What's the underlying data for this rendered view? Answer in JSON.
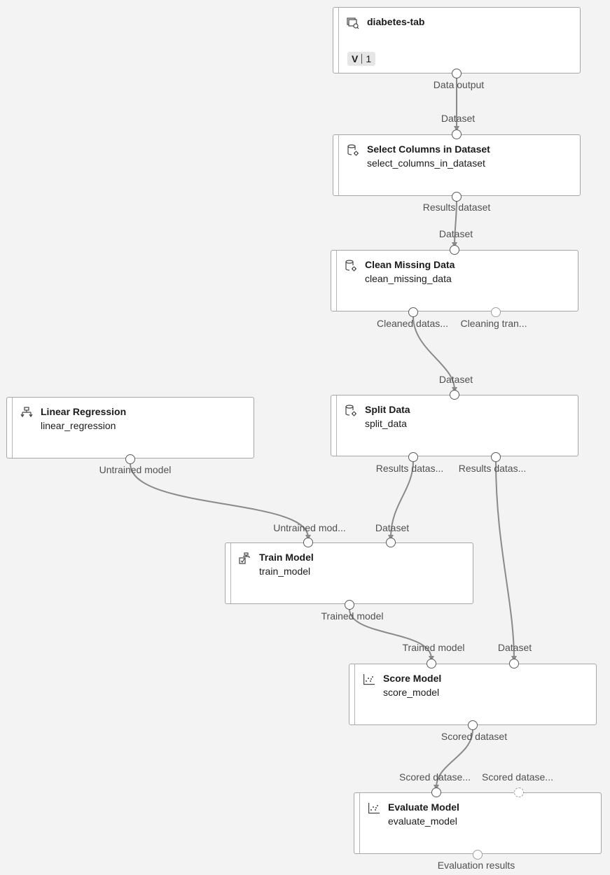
{
  "nodes": {
    "diabetes_tab": {
      "title": "diabetes-tab",
      "version_letter": "V",
      "version_number": "1",
      "icon": "dataset-icon",
      "out_label": "Data output"
    },
    "select_columns": {
      "title": "Select Columns in Dataset",
      "subtitle": "select_columns_in_dataset",
      "icon": "data-transform-icon",
      "in_label": "Dataset",
      "out_label": "Results dataset"
    },
    "clean_missing": {
      "title": "Clean Missing Data",
      "subtitle": "clean_missing_data",
      "icon": "data-transform-icon",
      "in_label": "Dataset",
      "out_label_1": "Cleaned datas...",
      "out_label_2": "Cleaning tran..."
    },
    "linear_regression": {
      "title": "Linear Regression",
      "subtitle": "linear_regression",
      "icon": "algorithm-icon",
      "out_label": "Untrained model"
    },
    "split_data": {
      "title": "Split Data",
      "subtitle": "split_data",
      "icon": "data-transform-icon",
      "in_label": "Dataset",
      "out_label_1": "Results datas...",
      "out_label_2": "Results datas..."
    },
    "train_model": {
      "title": "Train Model",
      "subtitle": "train_model",
      "icon": "train-icon",
      "in_label_1": "Untrained mod...",
      "in_label_2": "Dataset",
      "out_label": "Trained model"
    },
    "score_model": {
      "title": "Score Model",
      "subtitle": "score_model",
      "icon": "scatter-icon",
      "in_label_1": "Trained model",
      "in_label_2": "Dataset",
      "out_label": "Scored dataset"
    },
    "evaluate_model": {
      "title": "Evaluate Model",
      "subtitle": "evaluate_model",
      "icon": "scatter-icon",
      "in_label_1": "Scored datase...",
      "in_label_2": "Scored datase...",
      "out_label": "Evaluation results"
    }
  },
  "colors": {
    "canvas": "#f3f3f3",
    "node_bg": "#ffffff",
    "node_border": "#a6a6a6",
    "edge": "#8a8a8a",
    "text": "#1a1a1a",
    "port_label": "#505050"
  }
}
